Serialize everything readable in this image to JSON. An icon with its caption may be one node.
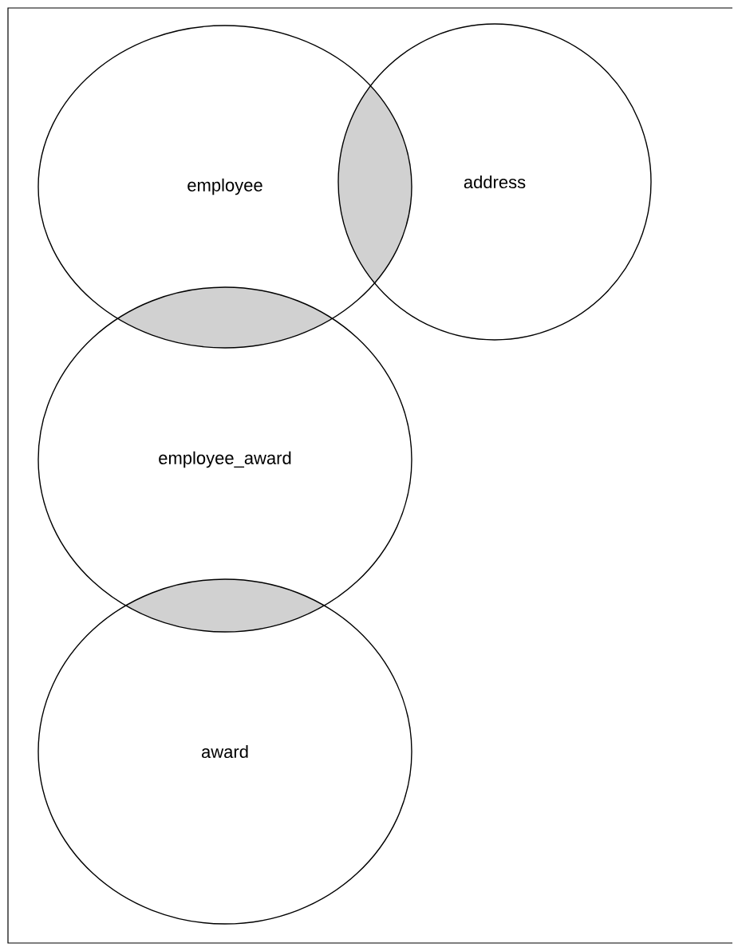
{
  "diagram": {
    "nodes": [
      {
        "text": [
          "employee"
        ]
      },
      {
        "text": [],
        "shape": "lens"
      },
      {
        "text": [
          "address"
        ]
      },
      {
        "text": [],
        "shape": "lens"
      },
      {
        "text": [
          "employee_award"
        ]
      },
      {
        "text": [],
        "shape": "lens"
      },
      {
        "text": [
          "award"
        ]
      }
    ]
  }
}
